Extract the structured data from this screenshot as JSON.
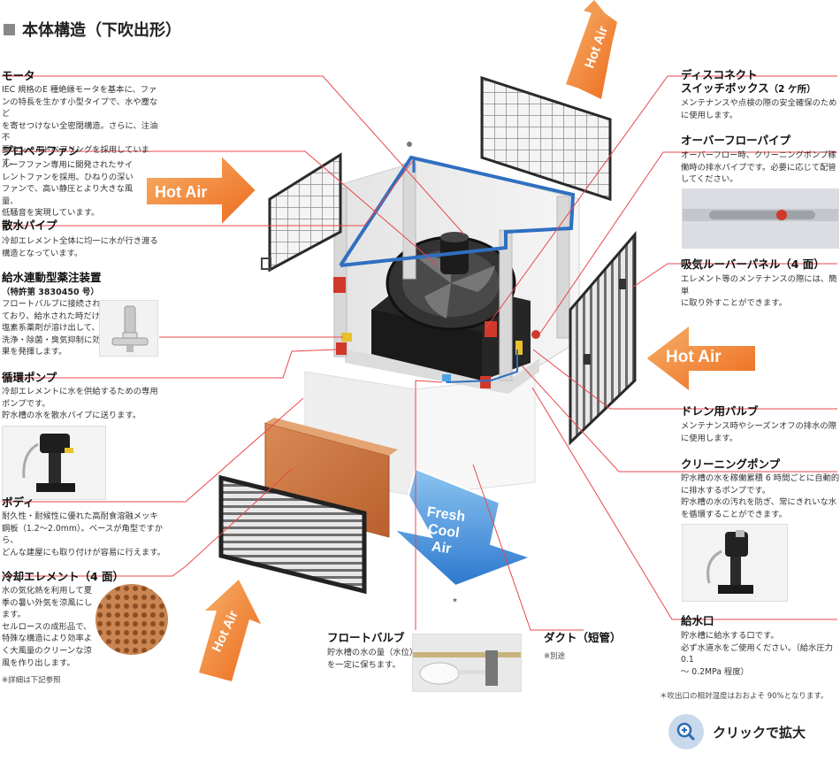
{
  "header": {
    "title": "本体構造（下吹出形）"
  },
  "components": {
    "motor": {
      "title": "モータ",
      "desc": [
        "IEC 規格のE 種絶縁モータを基本に、ファ",
        "ンの特長を生かす小型タイプで、水や塵など",
        "を寄せつけない全密閉構造。さらに、注油不",
        "要のシールドベアリングを採用しています。"
      ]
    },
    "propeller_fan": {
      "title": "プロペラファン",
      "desc": [
        "ルーフファン専用に開発されたサイ",
        "レントファンを採用。ひねりの深い",
        "ファンで、高い静圧とより大きな風量、",
        "低騒音を実現しています。"
      ]
    },
    "spray_pipe": {
      "title": "散水パイプ",
      "desc": [
        "冷却エレメント全体に均一に水が行き渡る",
        "構造となっています。"
      ]
    },
    "chemical_injector": {
      "title": "給水連動型薬注装置",
      "subtitle": "（特許第 3830450 号）",
      "desc": [
        "フロートバルブに接続され",
        "ており、給水された時だけ",
        "塩素系薬剤が溶け出して、",
        "洗浄・除菌・臭気抑制に効",
        "果を発揮します。"
      ]
    },
    "circulation_pump": {
      "title": "循環ポンプ",
      "desc": [
        "冷却エレメントに水を供給するための専用",
        "ポンプです。",
        "貯水槽の水を散水パイプに送ります。"
      ]
    },
    "body": {
      "title": "ボディ",
      "desc": [
        "耐久性・耐候性に優れた高耐食溶融メッキ",
        "鋼板（1.2〜2.0mm）。ベースが角型ですから、",
        "どんな建屋にも取り付けが容易に行えます。"
      ]
    },
    "cooling_element": {
      "title": "冷却エレメント（4 面）",
      "desc": [
        "水の気化熱を利用して夏",
        "季の暑い外気を涼風にし",
        "ます。",
        "セルロースの成形品で、",
        "特殊な構造により効率よ",
        "く大風量のクリーンな涼",
        "風を作り出します。"
      ],
      "note": "※詳細は下記参照"
    },
    "float_valve": {
      "title": "フロートバルブ",
      "desc": [
        "貯水槽の水の量（水位）",
        "を一定に保ちます。"
      ]
    },
    "duct": {
      "title": "ダクト（短管）",
      "note": "※別途"
    },
    "disconnect_switch": {
      "title": "ディスコネクト",
      "title2": "スイッチボックス",
      "sub": "（2 ケ所）",
      "desc": [
        "メンテナンスや点検の際の安全確保のため",
        "に使用します。"
      ]
    },
    "overflow_pipe": {
      "title": "オーバーフローパイプ",
      "desc": [
        "オーバーフロー時、クリーニングポンプ稼",
        "働時の排水パイプです。必要に応じて配管",
        "してください。"
      ]
    },
    "intake_louver": {
      "title": "吸気ルーバーパネル（4 面）",
      "desc": [
        "エレメント等のメンテナンスの際には、簡単",
        "に取り外すことができます。"
      ]
    },
    "drain_valve": {
      "title": "ドレン用バルブ",
      "desc": [
        "メンテナンス時やシーズンオフの排水の際",
        "に使用します。"
      ]
    },
    "cleaning_pump": {
      "title": "クリーニングポンプ",
      "desc": [
        "貯水槽の水を稼働累積 6 時間ごとに自動的",
        "に排水するポンプです。",
        "貯水槽の水の汚れを防ぎ、常にきれいな水",
        "を循環することができます。"
      ]
    },
    "water_inlet": {
      "title": "給水口",
      "desc": [
        "貯水槽に給水する口です。",
        "必ず水道水をご使用ください。（給水圧力 0.1",
        "〜 0.2MPa 程度）"
      ]
    }
  },
  "arrows": {
    "hot_air": "Hot Air",
    "fresh_1": "Fresh",
    "fresh_2": "Cool",
    "fresh_3": "Air"
  },
  "footnotes": {
    "asterisk": "*",
    "humidity": "＊吹出口の相対湿度はおおよそ 90%となります。"
  },
  "zoom": {
    "label": "クリックで拡大"
  },
  "colors": {
    "leader_line": "#e8474b",
    "hot_air_arrow": "#f07d2a",
    "fresh_air_arrow": "#3b86d6",
    "pipe": "#2f6fc1"
  }
}
